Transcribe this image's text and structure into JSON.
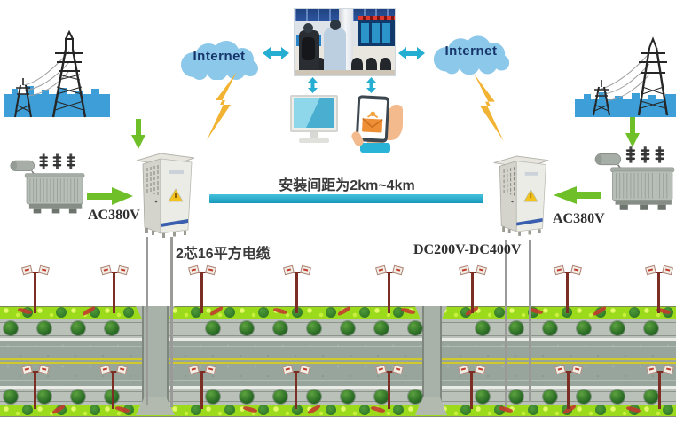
{
  "clouds": {
    "left_label": "Internet",
    "right_label": "Internet"
  },
  "banner": {
    "text": "安装间距为2km~4km"
  },
  "labels": {
    "ac380v_left": "AC380V",
    "ac380v_right": "AC380V",
    "cable_spec": "2芯16平方电缆",
    "dc_range": "DC200V-DC400V"
  },
  "colors": {
    "cyan_arrow": "#25aed2",
    "banner_bar": "#1798bb",
    "green_arrow": "#6fbf28",
    "lightning_gold": "#f2b232",
    "cloud_blue": "#8cc8e9",
    "cloud_text": "#16356b",
    "road_asphalt": "#97a59c",
    "walk_gray": "#b9c1b8",
    "flowerbed_green": "#9bdb1c",
    "tree_green": "#2c6e26",
    "lamp_maroon": "#7c2d24",
    "cabinet_stripe_blue": "#3a5fae",
    "warning_yellow": "#f3c21c",
    "center_line_yellow": "#cfc92e"
  },
  "road": {
    "lamp_xs_top": [
      40,
      129,
      228,
      335,
      439,
      533,
      640,
      743
    ],
    "lamp_xs_bottom": [
      40,
      128,
      228,
      334,
      439,
      532,
      641,
      744
    ],
    "tree_start": 12,
    "tree_spacing": 38,
    "tree_skip_ranges": [
      [
        150,
        210
      ],
      [
        472,
        520
      ]
    ],
    "accent_spacing": 72
  }
}
